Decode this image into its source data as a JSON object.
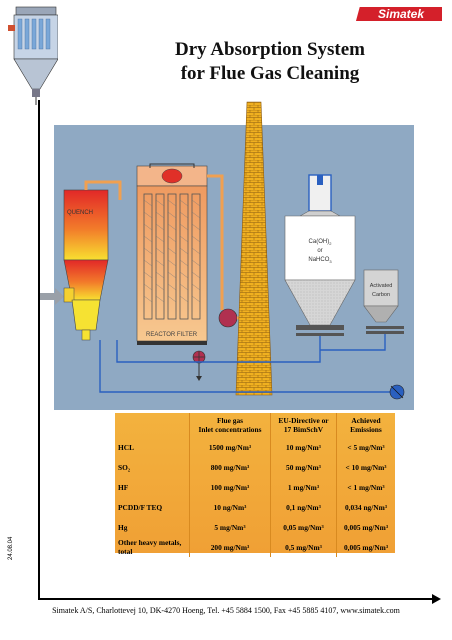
{
  "header": {
    "brand": "Simatek",
    "title_line1": "Dry Absorption System",
    "title_line2": "for Flue Gas Cleaning"
  },
  "diagram": {
    "quench_label": "QUENCH",
    "reactor_label": "REACTOR FILTER",
    "silo_label_line1": "Ca(OH)",
    "silo_label_sub": "2",
    "silo_label_line2": "or",
    "silo_label_line3": "NaHCO",
    "silo_label_sub3": "3",
    "carbon_label_line1": "Activated",
    "carbon_label_line2": "Carbon"
  },
  "table": {
    "headers": [
      "",
      "Flue gas Inlet concentrations",
      "EU-Directive or 17 BimSchV",
      "Achieved Emissions"
    ],
    "header_lines": [
      [
        "",
        ""
      ],
      [
        "Flue gas",
        "Inlet concentrations"
      ],
      [
        "EU-Directive or",
        "17 BimSchV"
      ],
      [
        "Achieved",
        "Emissions"
      ]
    ],
    "rows": [
      [
        "HCL",
        "1500 mg/Nm³",
        "10 mg/Nm³",
        "< 5 mg/Nm³"
      ],
      [
        "SO₂",
        "800 mg/Nm³",
        "50 mg/Nm³",
        "< 10 mg/Nm³"
      ],
      [
        "HF",
        "100 mg/Nm³",
        "1 mg/Nm³",
        "< 1 mg/Nm³"
      ],
      [
        "PCDD/F TEQ",
        "10 ng/Nm³",
        "0,1 ng/Nm³",
        "0,034 ng/Nm³"
      ],
      [
        "Hg",
        "5 mg/Nm³",
        "0,05 mg/Nm³",
        "0,005 mg/Nm³"
      ],
      [
        "Other heavy metals, total",
        "200 mg/Nm³",
        "0,5 mg/Nm³",
        "0,005 mg/Nm³"
      ]
    ]
  },
  "footer": {
    "text": "Simatek A/S, Charlottevej 10, DK-4270 Hoeng, Tel. +45 5884 1500, Fax +45 5885 4107, www.simatek.com",
    "date_code": "24.08.04"
  },
  "colors": {
    "panel": "#8fa9c3",
    "brand_red": "#d4202a",
    "duct_orange": "#f0a050",
    "table_orange": "#f0a035"
  }
}
